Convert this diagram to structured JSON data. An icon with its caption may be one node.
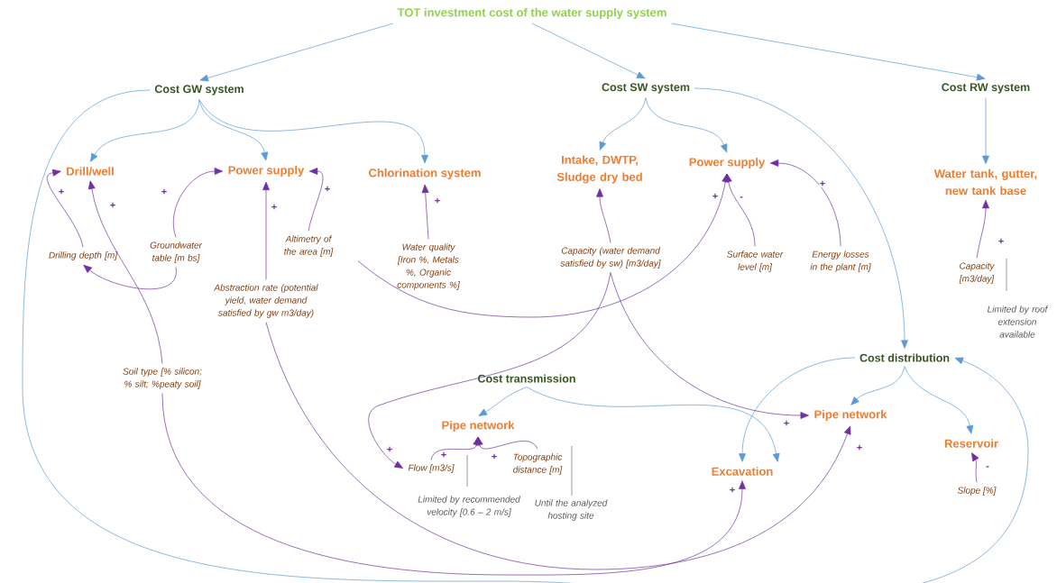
{
  "diagram": {
    "nodes": [
      {
        "text": [
          "TOT investment cost of the water supply system"
        ]
      },
      {
        "text": [
          "Cost GW system"
        ]
      },
      {
        "text": [
          "Cost SW system"
        ]
      },
      {
        "text": [
          "Cost RW system"
        ]
      },
      {
        "text": [
          "Drill/well"
        ]
      },
      {
        "text": [
          "Power supply"
        ]
      },
      {
        "text": [
          "Chlorination system"
        ]
      },
      {
        "text": [
          "Intake, DWTP, Sludge dry bed"
        ]
      },
      {
        "text": [
          "Power supply"
        ]
      },
      {
        "text": [
          "Water tank, gutter, new tank base"
        ]
      },
      {
        "text": [
          "Drilling depth [m]"
        ]
      },
      {
        "text": [
          "Groundwater table [m bs]"
        ]
      },
      {
        "text": [
          "Altimetry of the area [m]"
        ]
      },
      {
        "text": [
          "Water quality [Iron %, Metals %, Organic components %]"
        ]
      },
      {
        "text": [
          "Capacity (water demand satisfied by sw) [m3/day]"
        ]
      },
      {
        "text": [
          "Surface water level [m]"
        ]
      },
      {
        "text": [
          "Energy losses in the plant [m]"
        ]
      },
      {
        "text": [
          "Capacity [m3/day]"
        ],
        "beside": [
          "Limited by roof extension available"
        ]
      },
      {
        "text": [
          "Abstraction rate (potential yield, water demand satisfied by gw m3/day)"
        ]
      },
      {
        "text": [
          "Soil type [% silicon; % silt; %peaty soil]"
        ]
      },
      {
        "text": [
          "Cost distribution"
        ]
      },
      {
        "text": [
          "Cost transmission"
        ]
      },
      {
        "text": [
          "Pipe network"
        ]
      },
      {
        "text": [
          "Pipe network"
        ]
      },
      {
        "text": [
          "Reservoir"
        ]
      },
      {
        "text": [
          "Flow [m3/s]"
        ],
        "beside": [
          "Limited by recommended velocity [0.6 – 2 m/s]"
        ]
      },
      {
        "text": [
          "Topographic distance [m]"
        ],
        "beside": [
          "Until the analyzed hosting site"
        ]
      },
      {
        "text": [
          "Excavation"
        ]
      },
      {
        "text": [
          "Slope [%]"
        ]
      }
    ],
    "edges": [
      {
        "from": 0,
        "to": 1,
        "arrow": "to",
        "color": "#5b9bd5"
      },
      {
        "from": 0,
        "to": 2,
        "arrow": "to",
        "color": "#5b9bd5"
      },
      {
        "from": 0,
        "to": 3,
        "arrow": "to",
        "color": "#5b9bd5"
      },
      {
        "from": 1,
        "to": 4,
        "arrow": "to",
        "color": "#5b9bd5"
      },
      {
        "from": 1,
        "to": 5,
        "arrow": "to",
        "color": "#5b9bd5"
      },
      {
        "from": 1,
        "to": 6,
        "arrow": "to",
        "color": "#5b9bd5"
      },
      {
        "from": 1,
        "to": 20,
        "arrow": "to",
        "color": "#5b9bd5"
      },
      {
        "from": 2,
        "to": 7,
        "arrow": "to",
        "color": "#5b9bd5"
      },
      {
        "from": 2,
        "to": 8,
        "arrow": "to",
        "color": "#5b9bd5"
      },
      {
        "from": 2,
        "to": 20,
        "arrow": "to",
        "color": "#5b9bd5"
      },
      {
        "from": 3,
        "to": 9,
        "arrow": "to",
        "color": "#5b9bd5"
      },
      {
        "from": 20,
        "to": 23,
        "arrow": "to",
        "color": "#5b9bd5"
      },
      {
        "from": 20,
        "to": 24,
        "arrow": "to",
        "color": "#5b9bd5"
      },
      {
        "from": 20,
        "to": 27,
        "arrow": "to",
        "color": "#5b9bd5"
      },
      {
        "from": 21,
        "to": 22,
        "arrow": "to",
        "color": "#5b9bd5"
      },
      {
        "from": 21,
        "to": 27,
        "arrow": "to",
        "color": "#5b9bd5"
      },
      {
        "from": 10,
        "to": 4,
        "arrow": "to",
        "label": "+"
      },
      {
        "from": 19,
        "to": 4,
        "arrow": "to",
        "label": "+"
      },
      {
        "from": 11,
        "to": 5,
        "arrow": "to",
        "label": "+"
      },
      {
        "from": 11,
        "to": 10,
        "arrow": "to"
      },
      {
        "from": 18,
        "to": 5,
        "arrow": "to",
        "label": "+"
      },
      {
        "from": 12,
        "to": 5,
        "arrow": "to",
        "label": "+"
      },
      {
        "from": 13,
        "to": 6,
        "arrow": "to",
        "label": "+"
      },
      {
        "from": 14,
        "to": 7,
        "arrow": "to"
      },
      {
        "from": 12,
        "to": 8,
        "arrow": "to",
        "label": "+"
      },
      {
        "from": 15,
        "to": 8,
        "arrow": "to",
        "label": "-"
      },
      {
        "from": 16,
        "to": 8,
        "arrow": "to",
        "label": "+"
      },
      {
        "from": 17,
        "to": 9,
        "arrow": "to",
        "label": "+"
      },
      {
        "from": 14,
        "to": 25,
        "arrow": "to",
        "label": "+"
      },
      {
        "from": 14,
        "to": 23,
        "arrow": "to",
        "label": "+"
      },
      {
        "from": 25,
        "to": 22,
        "arrow": "to",
        "label": "+"
      },
      {
        "from": 26,
        "to": 22,
        "arrow": "to",
        "label": "+"
      },
      {
        "from": 28,
        "to": 24,
        "arrow": "to",
        "label": "-"
      },
      {
        "from": 19,
        "to": 27,
        "arrow": "to",
        "label": "+"
      },
      {
        "from": 18,
        "to": 23,
        "arrow": "to",
        "label": "+"
      }
    ]
  }
}
